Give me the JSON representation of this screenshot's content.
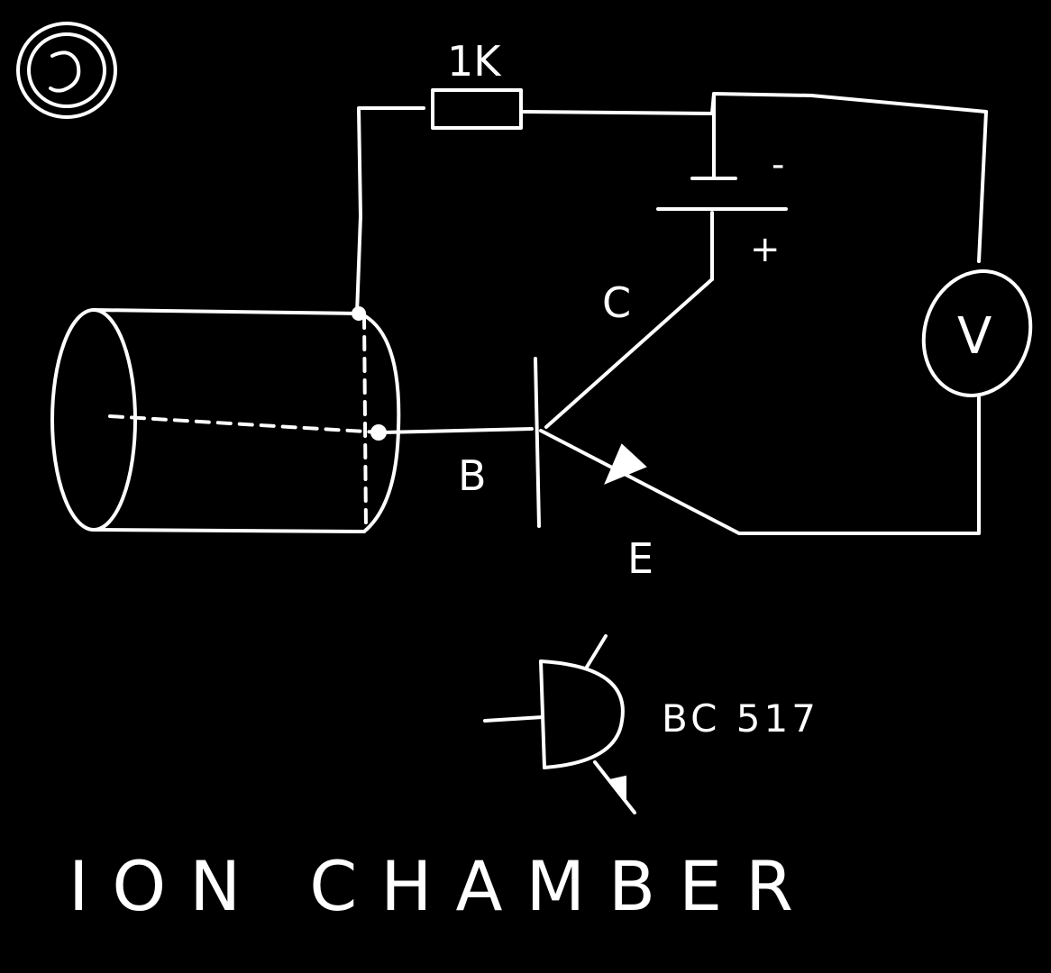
{
  "resistor_label": "1K",
  "battery_minus": "-",
  "battery_plus": "+",
  "collector_label": "C",
  "base_label": "B",
  "emitter_label": "E",
  "meter_label": "V",
  "part_number": "BC 517",
  "title": "ION CHAMBER",
  "colors": {
    "background": "#000000",
    "ink": "#ffffff"
  }
}
